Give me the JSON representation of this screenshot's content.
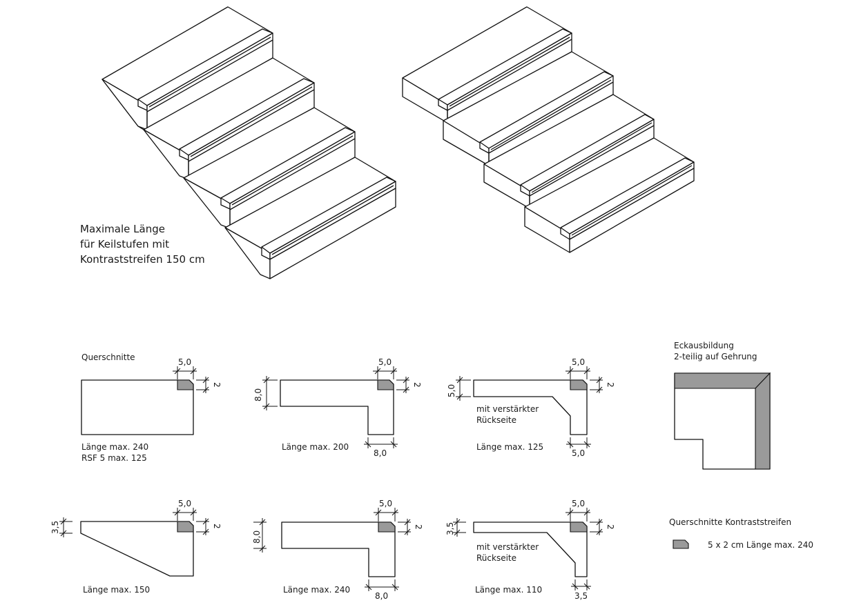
{
  "colors": {
    "line": "#111111",
    "strip_fill": "#9a9a9a",
    "background": "#ffffff"
  },
  "stairs": {
    "left_caption": [
      "Maximale Länge",
      "für Keilstufen mit",
      "Kontraststreifen 150 cm"
    ],
    "left_type": "wedge-steps",
    "right_type": "block-steps",
    "step_count": 4
  },
  "sections": {
    "title": "Querschnitte",
    "items": [
      {
        "id": "rect",
        "strip_w": "5,0",
        "strip_h": "2",
        "labels": [
          "Länge max. 240",
          "RSF 5 max. 125"
        ]
      },
      {
        "id": "l-8",
        "strip_w": "5,0",
        "strip_h": "2",
        "height": "8,0",
        "leg": "8,0",
        "labels": [
          "Länge max. 200"
        ]
      },
      {
        "id": "l-5-reinforced",
        "strip_w": "5,0",
        "strip_h": "2",
        "height": "5,0",
        "leg": "5,0",
        "note": [
          "mit verstärkter",
          "Rückseite"
        ],
        "labels": [
          "Länge max. 125"
        ]
      },
      {
        "id": "wedge",
        "strip_w": "5,0",
        "strip_h": "2",
        "height": "3,5",
        "labels": [
          "Länge max. 150"
        ]
      },
      {
        "id": "l-8-240",
        "strip_w": "5,0",
        "strip_h": "2",
        "height": "8,0",
        "leg": "8,0",
        "labels": [
          "Länge max. 240"
        ]
      },
      {
        "id": "l-3-5-reinforced",
        "strip_w": "5,0",
        "strip_h": "2",
        "height": "3,5",
        "leg": "3,5",
        "note": [
          "mit verstärkter",
          "Rückseite"
        ],
        "labels": [
          "Länge max. 110"
        ]
      }
    ]
  },
  "corner": {
    "title": [
      "Eckausbildung",
      "2-teilig auf Gehrung"
    ]
  },
  "legend": {
    "title": "Querschnitte Kontraststreifen",
    "item": "5 x 2 cm Länge max. 240"
  }
}
